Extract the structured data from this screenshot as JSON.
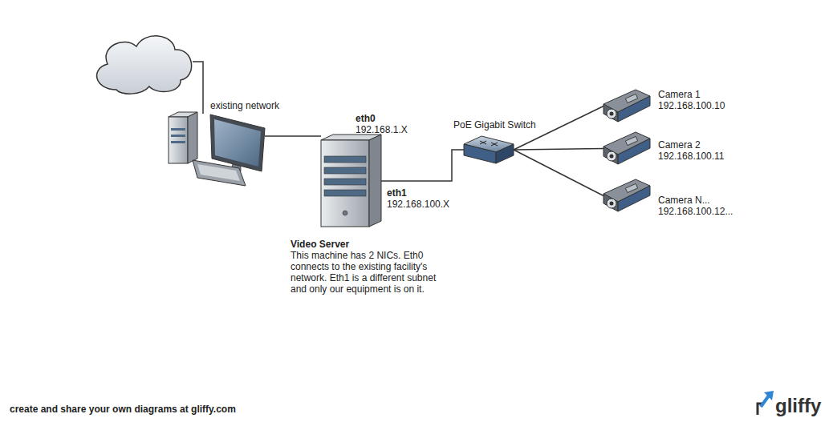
{
  "diagram": {
    "nodes": [
      {
        "text": [
          "existing network"
        ]
      },
      {
        "text": [
          "Video Server",
          "This machine has 2 NICs. Eth0 connects to the existing facility's network. Eth1 is a different subnet and only our equipment is on it."
        ]
      },
      {
        "text": [
          "PoE Gigabit Switch"
        ]
      },
      {
        "text": [
          "Camera 1",
          "192.168.100.10"
        ]
      },
      {
        "text": [
          "Camera 2",
          "192.168.100.11"
        ]
      },
      {
        "text": [
          "Camera N...",
          "192.168.100.12..."
        ]
      }
    ],
    "edges": [
      {
        "from": 0,
        "to": 1,
        "arrow": "none"
      },
      {
        "from": 1,
        "to": 2,
        "arrow": "none"
      },
      {
        "from": 2,
        "to": 3,
        "arrow": "none"
      },
      {
        "from": 2,
        "to": 4,
        "arrow": "none"
      },
      {
        "from": 2,
        "to": 5,
        "arrow": "none"
      }
    ],
    "labels": [
      "eth0",
      "192.168.1.X",
      "eth1",
      "192.168.100.X",
      "create and share your own diagrams at gliffy.com",
      "gliffy"
    ]
  }
}
